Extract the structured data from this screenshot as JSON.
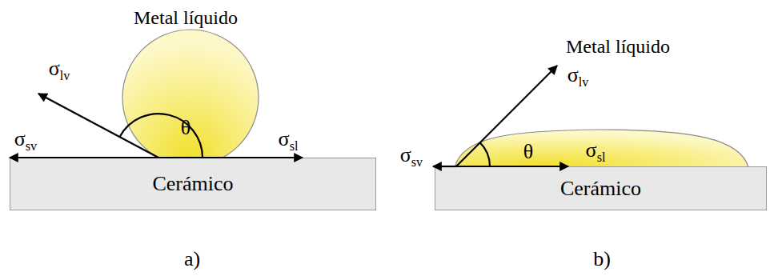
{
  "diagram": {
    "nodes": [
      {
        "text": [
          "Cerámico"
        ]
      },
      {
        "text": [
          "Cerámico"
        ]
      }
    ],
    "labels": [
      "Metal líquido",
      "σlv",
      "θ",
      "σsv",
      "σsl",
      "a)",
      "Metal líquido",
      "σlv",
      "σsv",
      "θ",
      "σsl",
      "b)"
    ]
  }
}
